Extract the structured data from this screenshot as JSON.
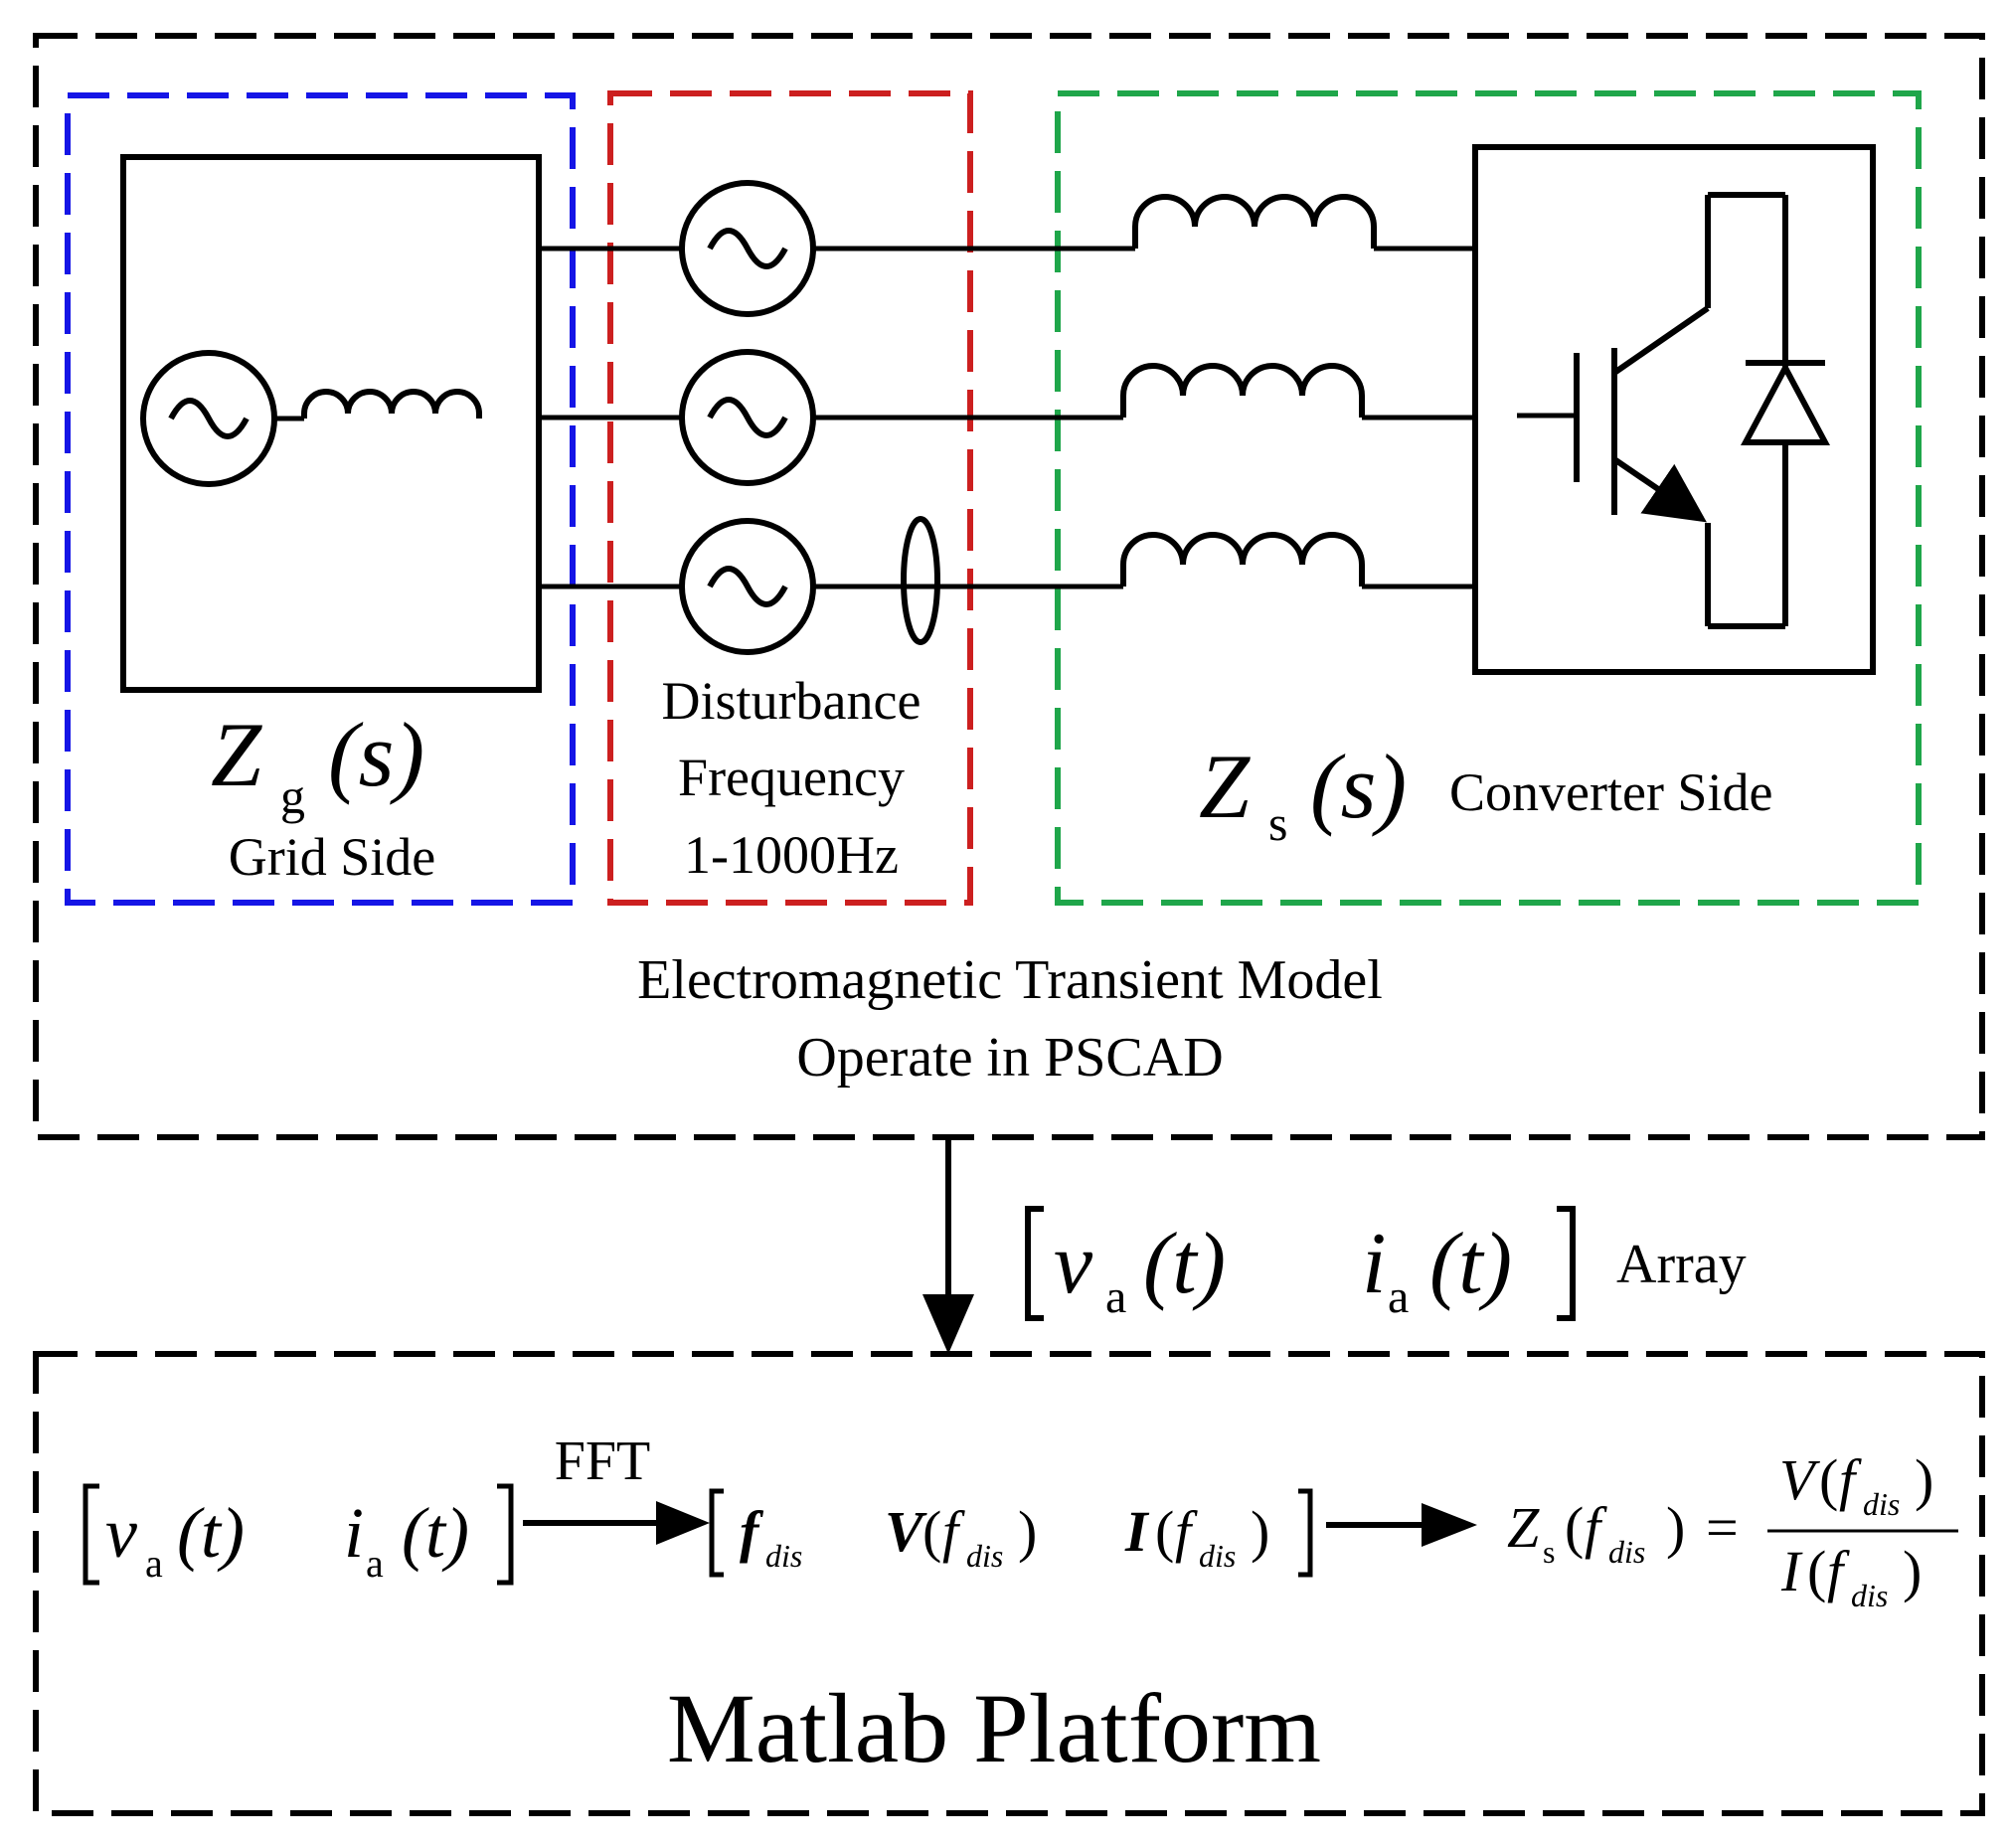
{
  "colors": {
    "outer_border": "#000000",
    "grid_side_border": "#1515e6",
    "disturbance_border": "#cc1f1f",
    "converter_border": "#1fa64a"
  },
  "grid_side": {
    "impedance_main": "Z",
    "impedance_sub": "g",
    "impedance_arg": "(s)",
    "label": "Grid Side"
  },
  "disturbance": {
    "line1": "Disturbance",
    "line2": "Frequency",
    "line3": "1-1000Hz"
  },
  "converter_side": {
    "impedance_main": "Z",
    "impedance_sub": "s",
    "impedance_arg": "(s)",
    "label": "Converter Side"
  },
  "emt_model": {
    "line1": "Electromagnetic Transient Model",
    "line2": "Operate in PSCAD"
  },
  "array_transfer": {
    "v_main": "v",
    "v_sub": "a",
    "v_arg": "(t)",
    "i_main": "i",
    "i_sub": "a",
    "i_arg": "(t)",
    "label": "Array"
  },
  "matlab": {
    "title": "Matlab Platform",
    "fft_label": "FFT",
    "input": {
      "v_main": "v",
      "v_sub": "a",
      "v_arg": "(t)",
      "i_main": "i",
      "i_sub": "a",
      "i_arg": "(t)"
    },
    "spectrum": {
      "f_main": "f",
      "f_sub": "dis",
      "V_main": "V",
      "V_arg_open": "(",
      "V_f": "f",
      "V_sub": "dis",
      "V_arg_close": ")",
      "I_main": "I",
      "I_arg_open": "(",
      "I_f": "f",
      "I_sub": "dis",
      "I_arg_close": ")"
    },
    "equation": {
      "lhs_main": "Z",
      "lhs_sub": "s",
      "lhs_open": "(",
      "lhs_f": "f",
      "lhs_fsub": "dis",
      "lhs_close": ")",
      "equals": "=",
      "num_main": "V",
      "num_open": "(",
      "num_f": "f",
      "num_sub": "dis",
      "num_close": ")",
      "den_main": "I",
      "den_open": "(",
      "den_f": "f",
      "den_sub": "dis",
      "den_close": ")"
    }
  },
  "icons": [
    "ac-source-icon",
    "inductor-icon",
    "igbt-icon",
    "diode-icon",
    "current-probe-icon",
    "arrow-down-icon",
    "arrow-right-icon"
  ]
}
